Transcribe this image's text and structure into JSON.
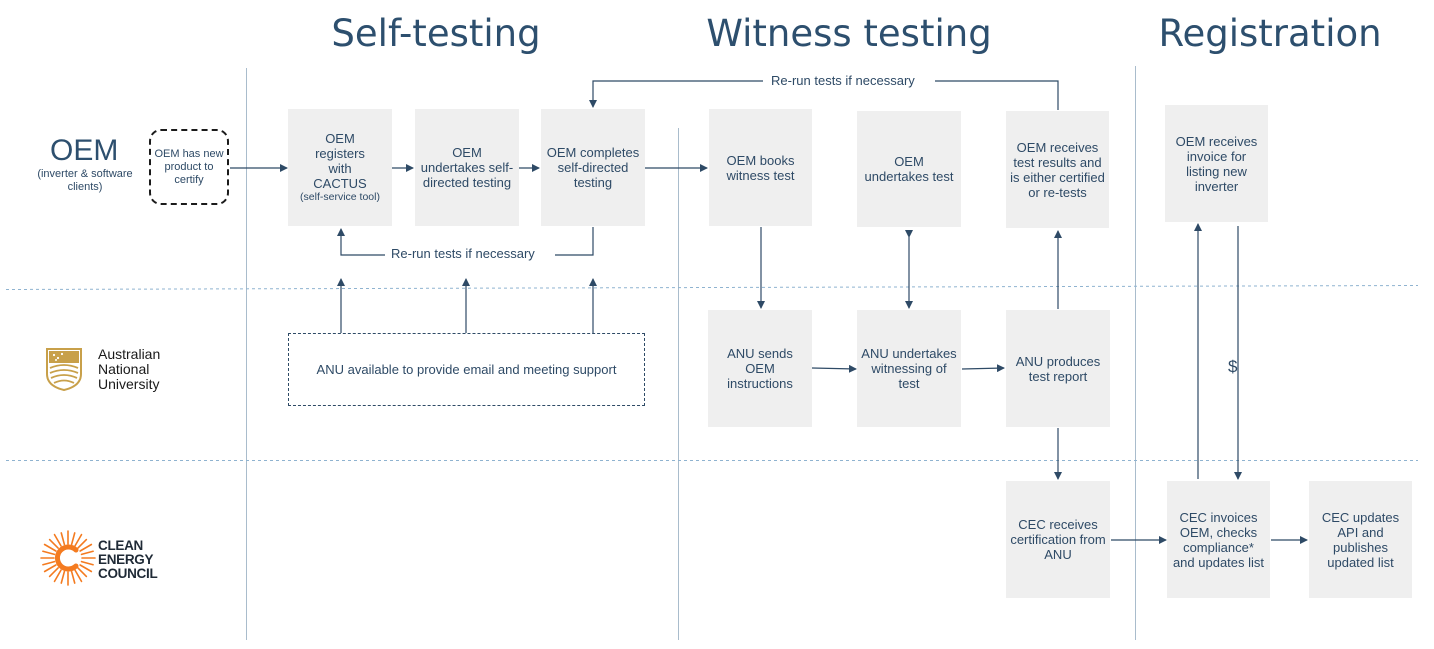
{
  "headings": {
    "self_testing": "Self-testing",
    "witness_testing": "Witness testing",
    "registration": "Registration"
  },
  "lanes": {
    "oem": {
      "title": "OEM",
      "subtitle": "(inverter & software clients)"
    },
    "anu": {
      "logo_text": "Australian National University"
    },
    "cec": {
      "logo_text": "CLEAN ENERGY COUNCIL"
    }
  },
  "oem_new_product": "OEM has new product to certify",
  "self_testing": {
    "box1": "OEM registers with CACTUS",
    "box1_note": "(self-service tool)",
    "box2": "OEM undertakes self-directed testing",
    "box3": "OEM completes self-directed testing",
    "rerun_label": "Re-run tests if necessary",
    "anu_support": "ANU available to provide email and meeting support"
  },
  "witness_testing": {
    "rerun_label_top": "Re-run tests if necessary",
    "oem_books": "OEM books witness test",
    "oem_undertakes": "OEM undertakes test",
    "oem_receives": "OEM receives test results and is either certified or re-tests",
    "anu_sends": "ANU sends OEM instructions",
    "anu_witness": "ANU undertakes witnessing of test",
    "anu_report": "ANU produces test report",
    "cec_receives": "CEC receives certification from ANU"
  },
  "registration": {
    "oem_invoice": "OEM receives invoice for listing new inverter",
    "payment_symbol": "$",
    "cec_invoices": "CEC invoices OEM, checks compliance* and updates list",
    "cec_updates": "CEC updates API and publishes updated list"
  },
  "colors": {
    "heading": "#2d4f6e",
    "text": "#2e4a66",
    "box_fill": "#efefef",
    "divider": "#a9bccc",
    "lane_divider": "#8fb3d0",
    "anu_gold": "#c8a04a",
    "cec_orange": "#f47b20"
  }
}
